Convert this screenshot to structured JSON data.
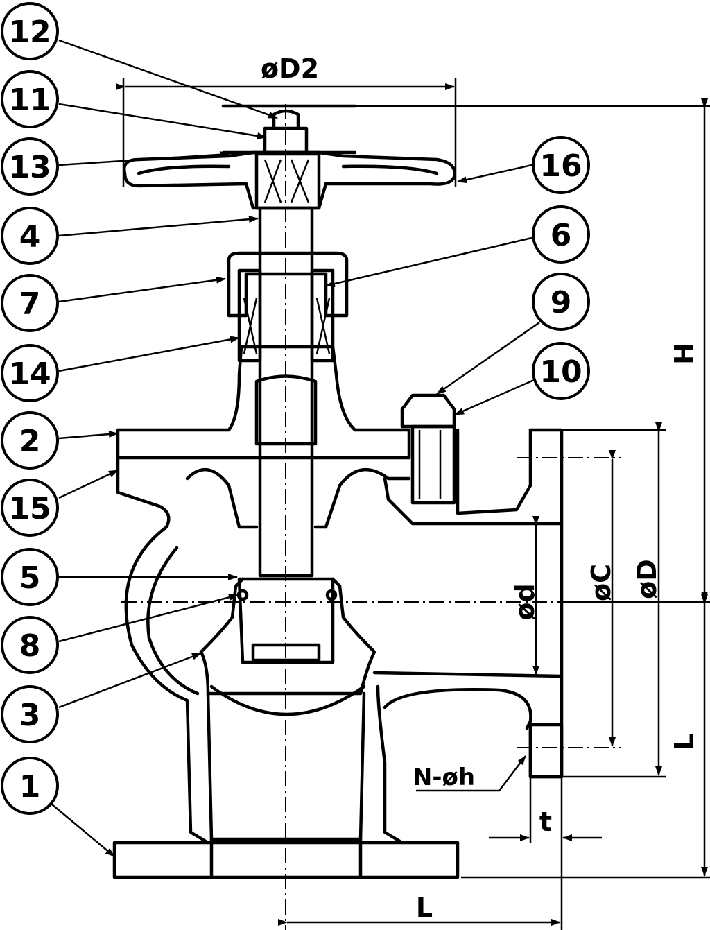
{
  "callouts": [
    "12",
    "11",
    "13",
    "4",
    "7",
    "14",
    "2",
    "15",
    "5",
    "8",
    "3",
    "1",
    "16",
    "6",
    "9",
    "10"
  ],
  "dimensions": {
    "handwheel_diameter": "øD2",
    "height": "H",
    "port_bore": "ød",
    "bolt_circle": "øC",
    "flange_diameter": "øD",
    "side_length": "L",
    "bottom_length": "L",
    "bolt_holes": "N-øh",
    "flange_thickness": "t"
  }
}
